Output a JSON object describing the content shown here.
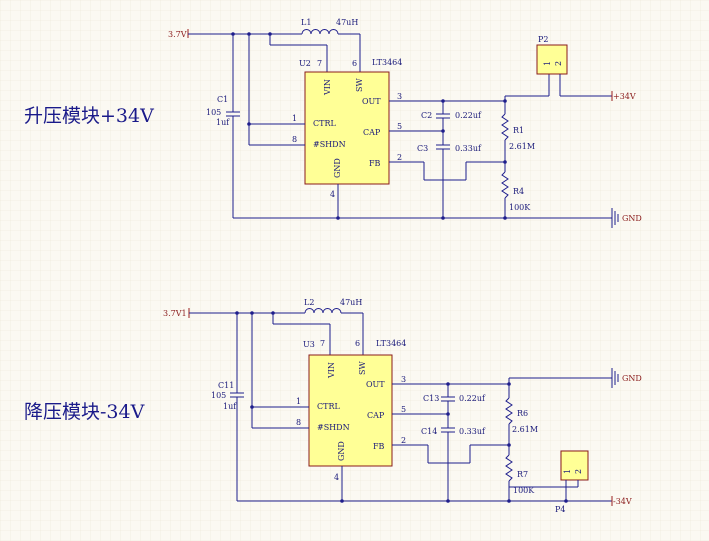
{
  "colors": {
    "background": "#fbf9f2",
    "wire": "#1e1e8c",
    "net_label": "#9a1f1f",
    "chip_fill": "#ffff96",
    "text": "#1a1a7a"
  },
  "boost": {
    "title": "升压模块+34V",
    "input_net": "3.7V",
    "inductor": {
      "ref": "L1",
      "value": "47uH"
    },
    "ic": {
      "ref": "U2",
      "part": "LT3464"
    },
    "pins": {
      "vin": "VIN",
      "sw": "SW",
      "out": "OUT",
      "ctrl": "CTRL",
      "cap": "CAP",
      "shdn": "#SHDN",
      "fb": "FB",
      "gnd": "GND",
      "n7": "7",
      "n6": "6",
      "n1": "1",
      "n8": "8",
      "n3": "3",
      "n5": "5",
      "n2": "2",
      "n4": "4"
    },
    "c_in": {
      "ref": "C1",
      "value1": "105",
      "value2": "1uf"
    },
    "c_a": {
      "ref": "C2",
      "value": "0.22uf"
    },
    "c_b": {
      "ref": "C3",
      "value": "0.33uf"
    },
    "r_top": {
      "ref": "R1",
      "value": "2.61M"
    },
    "r_bot": {
      "ref": "R4",
      "value": "100K"
    },
    "connector": {
      "ref": "P2",
      "pin1": "1",
      "pin2": "2"
    },
    "output_net": "+34V",
    "gnd_net": "GND"
  },
  "buck": {
    "title": "降压模块-34V",
    "input_net": "3.7V1",
    "inductor": {
      "ref": "L2",
      "value": "47uH"
    },
    "ic": {
      "ref": "U3",
      "part": "LT3464"
    },
    "pins": {
      "vin": "VIN",
      "sw": "SW",
      "out": "OUT",
      "ctrl": "CTRL",
      "cap": "CAP",
      "shdn": "#SHDN",
      "fb": "FB",
      "gnd": "GND",
      "n7": "7",
      "n6": "6",
      "n1": "1",
      "n8": "8",
      "n3": "3",
      "n5": "5",
      "n2": "2",
      "n4": "4"
    },
    "c_in": {
      "ref": "C11",
      "value1": "105",
      "value2": "1uf"
    },
    "c_a": {
      "ref": "C13",
      "value": "0.22uf"
    },
    "c_b": {
      "ref": "C14",
      "value": "0.33uf"
    },
    "r_top": {
      "ref": "R6",
      "value": "2.61M"
    },
    "r_bot": {
      "ref": "R7",
      "value": "100K"
    },
    "connector": {
      "ref": "P4",
      "pin1": "1",
      "pin2": "2"
    },
    "output_net": "-34V",
    "gnd_net": "GND"
  }
}
